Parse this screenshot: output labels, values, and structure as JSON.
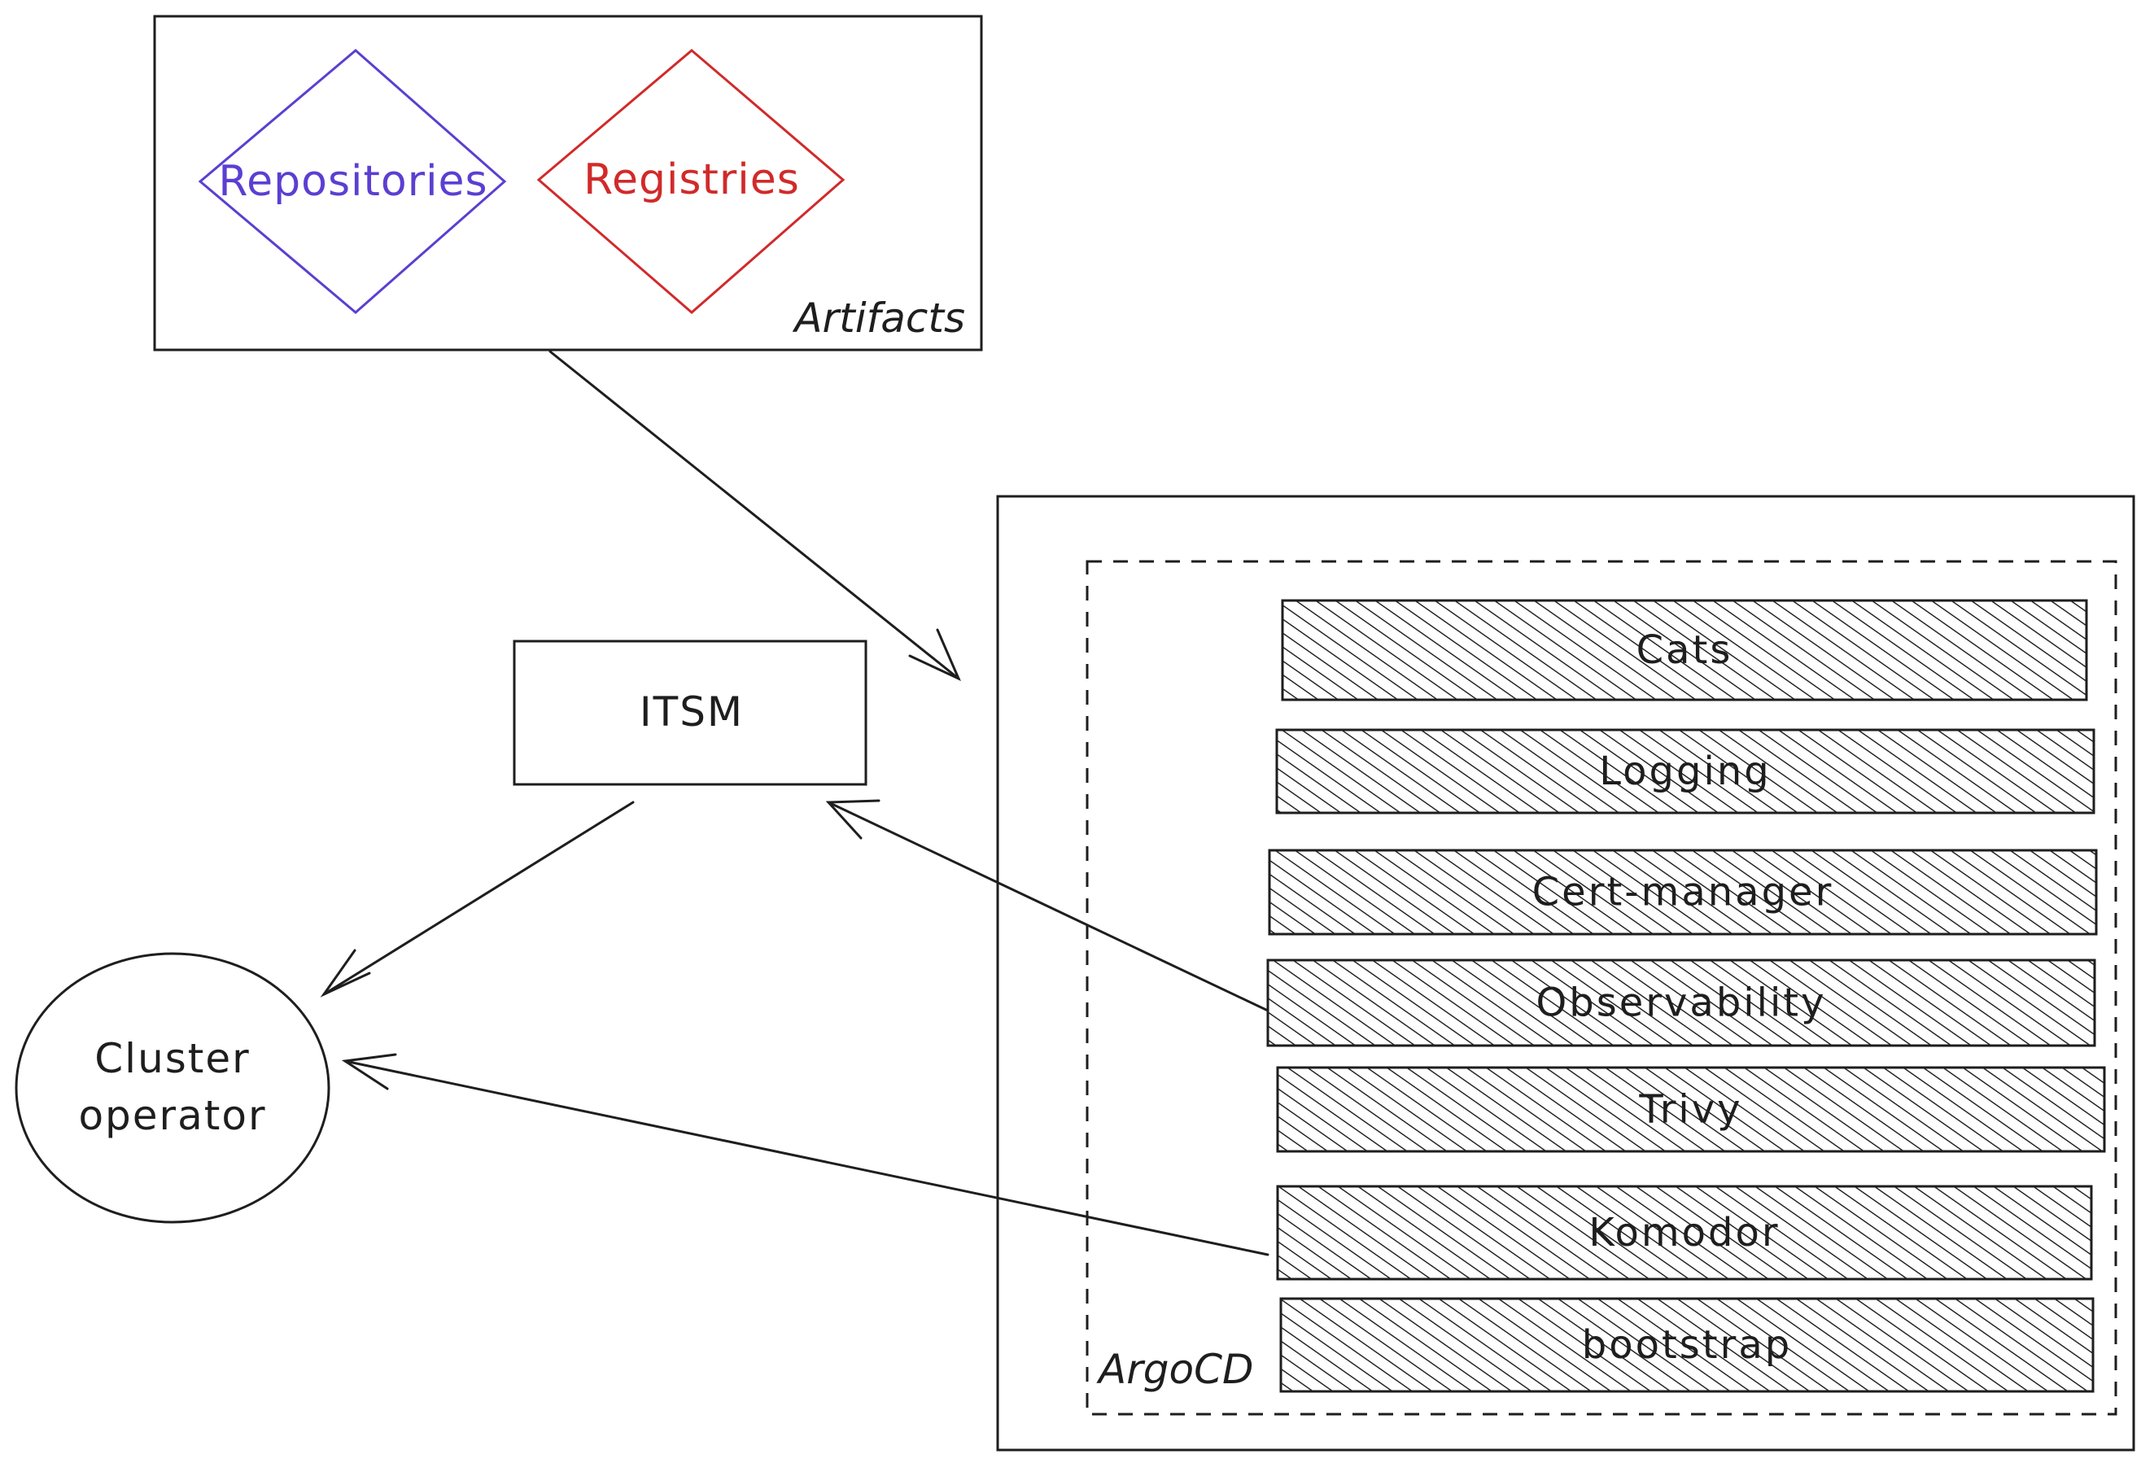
{
  "artifacts": {
    "label": "Artifacts",
    "repositories": {
      "label": "Repositories",
      "color": "#5b3fd1"
    },
    "registries": {
      "label": "Registries",
      "color": "#d12a2a"
    }
  },
  "itsm": {
    "label": "ITSM"
  },
  "cluster_operator": {
    "line1": "Cluster",
    "line2": "operator"
  },
  "argocd": {
    "label": "ArgoCD",
    "apps": [
      {
        "label": "Cats",
        "color": "#21a3a8"
      },
      {
        "label": "Logging",
        "color": "#e8b21a"
      },
      {
        "label": "Cert-manager",
        "color": "#ea5a5f"
      },
      {
        "label": "Observability",
        "color": "#f08a1e"
      },
      {
        "label": "Trivy",
        "color": "#2f8ce6"
      },
      {
        "label": "Komodor",
        "color": "#5761d6"
      },
      {
        "label": "bootstrap",
        "color": "#1aa9a2"
      }
    ]
  }
}
